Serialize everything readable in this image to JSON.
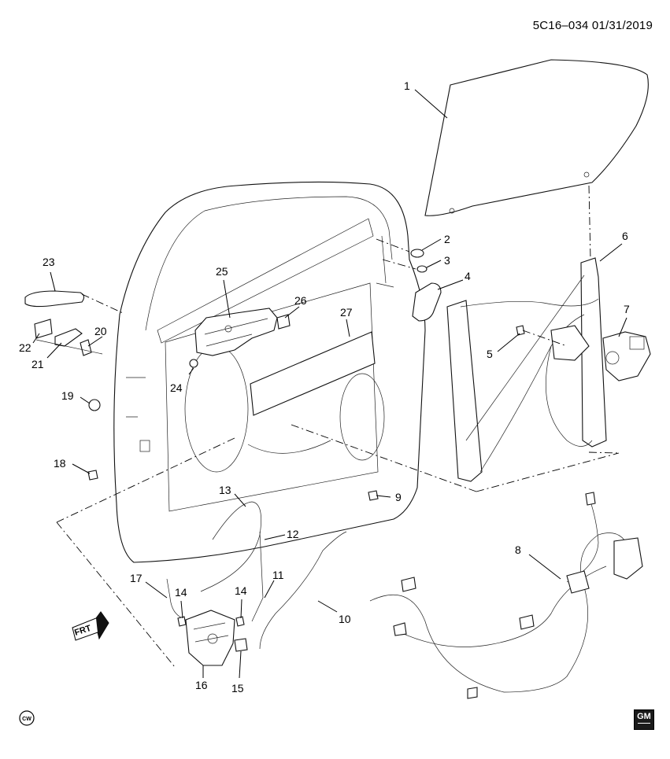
{
  "header": {
    "code": "5C16–034 01/31/2019"
  },
  "callouts": [
    {
      "n": "1"
    },
    {
      "n": "2"
    },
    {
      "n": "3"
    },
    {
      "n": "4"
    },
    {
      "n": "5"
    },
    {
      "n": "6"
    },
    {
      "n": "7"
    },
    {
      "n": "8"
    },
    {
      "n": "9"
    },
    {
      "n": "10"
    },
    {
      "n": "11"
    },
    {
      "n": "12"
    },
    {
      "n": "13"
    },
    {
      "n": "14"
    },
    {
      "n": "14"
    },
    {
      "n": "15"
    },
    {
      "n": "16"
    },
    {
      "n": "17"
    },
    {
      "n": "18"
    },
    {
      "n": "19"
    },
    {
      "n": "20"
    },
    {
      "n": "21"
    },
    {
      "n": "22"
    },
    {
      "n": "23"
    },
    {
      "n": "24"
    },
    {
      "n": "25"
    },
    {
      "n": "26"
    },
    {
      "n": "27"
    }
  ],
  "badges": {
    "cw": "CW",
    "frt": "FRT",
    "gm": "GM"
  },
  "icons": {
    "badge": "cw-badge-icon",
    "arrow": "frt-arrow-icon",
    "logo": "gm-logo-icon"
  }
}
